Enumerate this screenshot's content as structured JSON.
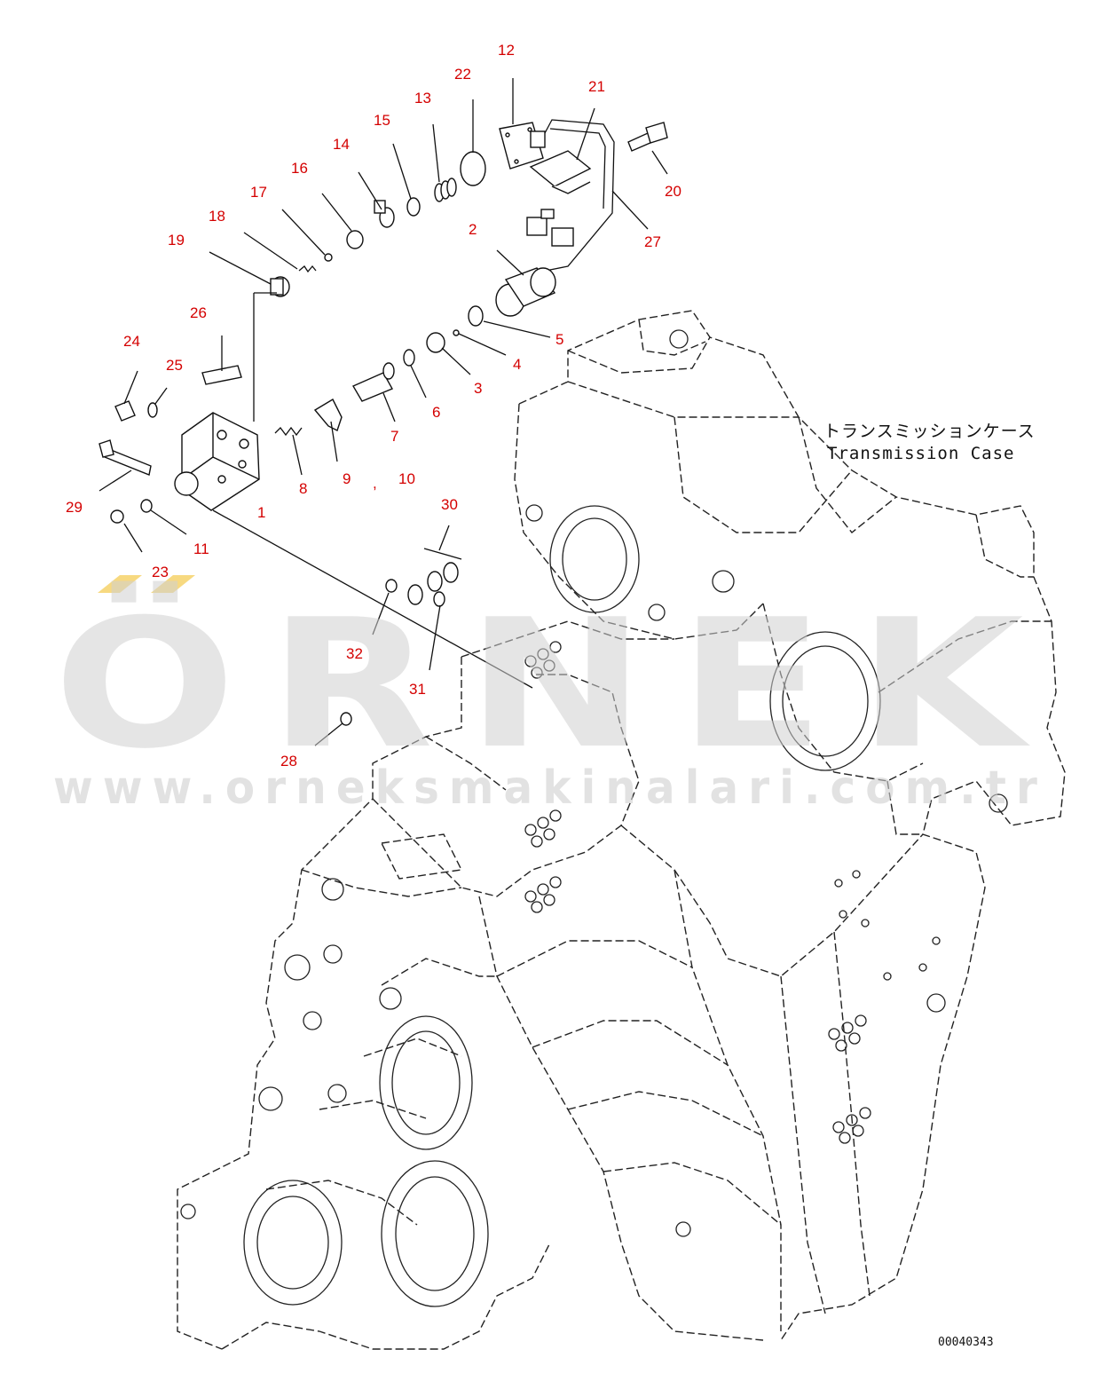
{
  "diagram": {
    "case_label_jp": "トランスミッションケース",
    "case_label_en": "Transmission Case",
    "drawing_number": "00040343",
    "comma_mark": ",",
    "callouts": [
      "1",
      "2",
      "3",
      "4",
      "5",
      "6",
      "7",
      "8",
      "9",
      "10",
      "11",
      "12",
      "13",
      "14",
      "15",
      "16",
      "17",
      "18",
      "19",
      "20",
      "21",
      "22",
      "23",
      "24",
      "25",
      "26",
      "27",
      "28",
      "29",
      "30",
      "31",
      "32"
    ]
  },
  "watermark": {
    "brand": "ÖRNEK",
    "url": "www.orneksmakinalari.com.tr",
    "accent_color": "#f5d060"
  },
  "colors": {
    "callout": "#d40000",
    "line": "#111111",
    "watermark": "#cfcfcf"
  }
}
